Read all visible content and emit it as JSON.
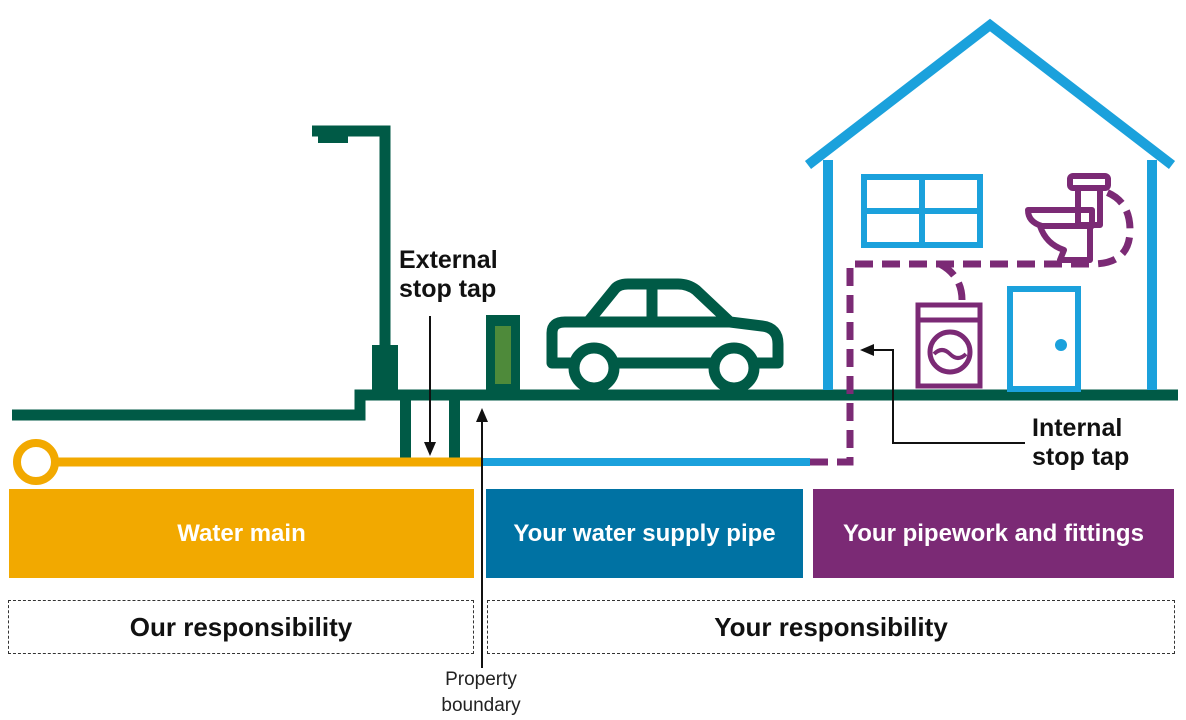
{
  "colors": {
    "street": "#005A46",
    "water_main": "#F2A900",
    "supply_pipe": "#1BA1DC",
    "supply_bar": "#0072A3",
    "pipework": "#7B2A75",
    "house": "#1BA1DC",
    "tap": "#4E8A3A",
    "label_text": "#111111"
  },
  "icons": [
    "street-lamp-icon",
    "car-icon",
    "house-icon",
    "window-icon",
    "door-icon",
    "toilet-icon",
    "washing-machine-icon",
    "external-stop-tap-icon"
  ],
  "labels": {
    "external_stop_tap": [
      "External",
      "stop tap"
    ],
    "internal_stop_tap": [
      "Internal",
      "stop tap"
    ],
    "property_boundary": [
      "Property",
      "boundary"
    ]
  },
  "bars": {
    "water_main": "Water main",
    "supply_pipe": "Your water supply pipe",
    "pipework": "Your pipework and fittings"
  },
  "responsibility": {
    "ours": "Our responsibility",
    "yours": "Your responsibility"
  }
}
